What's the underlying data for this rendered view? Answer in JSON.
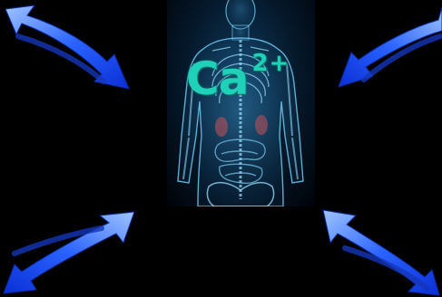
{
  "scene": {
    "ion_symbol": "Ca",
    "ion_charge": "2+",
    "colors": {
      "background": "#000000",
      "ion_text": "#1fd1b8",
      "arrow_blue": "#1a4dff",
      "body_cyan": "#4fb6e6",
      "kidney_red": "#c8505a"
    },
    "icons": [
      "double-headed-arrow-icon",
      "human-body-xray-illustration"
    ]
  }
}
